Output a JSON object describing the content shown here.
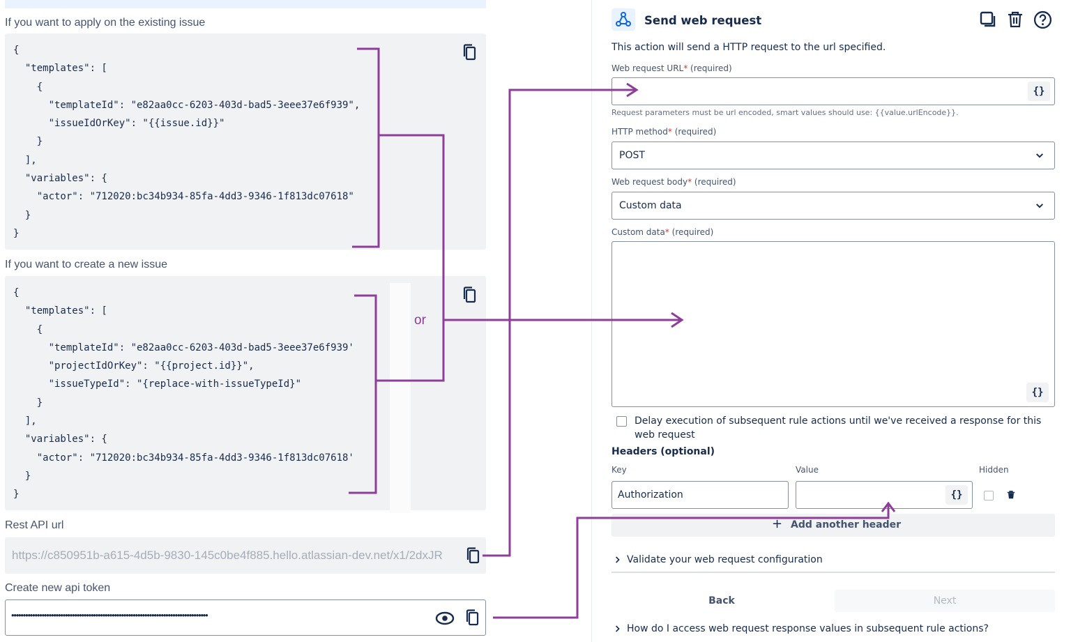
{
  "left": {
    "existing_label": "If you want to apply on the existing issue",
    "existing_code": [
      "{",
      "  \"templates\": [",
      "    {",
      "      \"templateId\": \"e82aa0cc-6203-403d-bad5-3eee37e6f939\",",
      "      \"issueIdOrKey\": \"{{issue.id}}\"",
      "    }",
      "  ],",
      "  \"variables\": {",
      "    \"actor\": \"712020:bc34b934-85fa-4dd3-9346-1f813dc07618\"",
      "  }",
      "}"
    ],
    "new_label": "If you want to create a new issue",
    "new_code": [
      "{",
      "  \"templates\": [",
      "    {",
      "      \"templateId\": \"e82aa0cc-6203-403d-bad5-3eee37e6f939'",
      "      \"projectIdOrKey\": \"{{project.id}}\",",
      "      \"issueTypeId\": \"{replace-with-issueTypeId}\"",
      "    }",
      "  ],",
      "  \"variables\": {",
      "    \"actor\": \"712020:bc34b934-85fa-4dd3-9346-1f813dc07618'",
      "  }",
      "}"
    ],
    "or_text": "or",
    "rest_api_label": "Rest API url",
    "rest_api_value": "https://c850951b-a615-4d5b-9830-145c0be4f885.hello.atlassian-dev.net/x1/2dxJR",
    "token_label": "Create new api token",
    "token_value": "••••••••••••••••••••••••••••••••••••••••••••••••••••••••••••••••••••••••••••••••••••"
  },
  "right": {
    "title": "Send web request",
    "description": "This action will send a HTTP request to the url specified.",
    "url_label": "Web request URL",
    "url_required": "(required)",
    "url_value": "",
    "url_helper": "Request parameters must be url encoded, smart values should use: {{value.urlEncode}}.",
    "method_label": "HTTP method",
    "method_required": "(required)",
    "method_value": "POST",
    "body_label": "Web request body",
    "body_required": "(required)",
    "body_value": "Custom data",
    "custom_label": "Custom data",
    "custom_required": "(required)",
    "custom_value": "",
    "smart_btn": "{}",
    "delay_text_1": "Delay execution of subsequent rule actions until we've received a response for this",
    "delay_text_2": "web request",
    "headers_title": "Headers (optional)",
    "col_key": "Key",
    "col_value": "Value",
    "col_hidden": "Hidden",
    "header_key": "Authorization",
    "header_value": "",
    "add_header": "Add another header",
    "validate": "Validate your web request configuration",
    "back": "Back",
    "next": "Next",
    "faq": "How do I access web request response values in subsequent rule actions?"
  },
  "colors": {
    "arrow": "#8e3e9a",
    "accent": "#0c66e4",
    "icon_bg": "#e9f2ff"
  },
  "icons": [
    "copy-icon",
    "eye-icon",
    "webhook-icon",
    "duplicate-icon",
    "trash-icon",
    "help-icon",
    "chevron-down-icon",
    "chevron-right-icon",
    "plus-icon"
  ]
}
